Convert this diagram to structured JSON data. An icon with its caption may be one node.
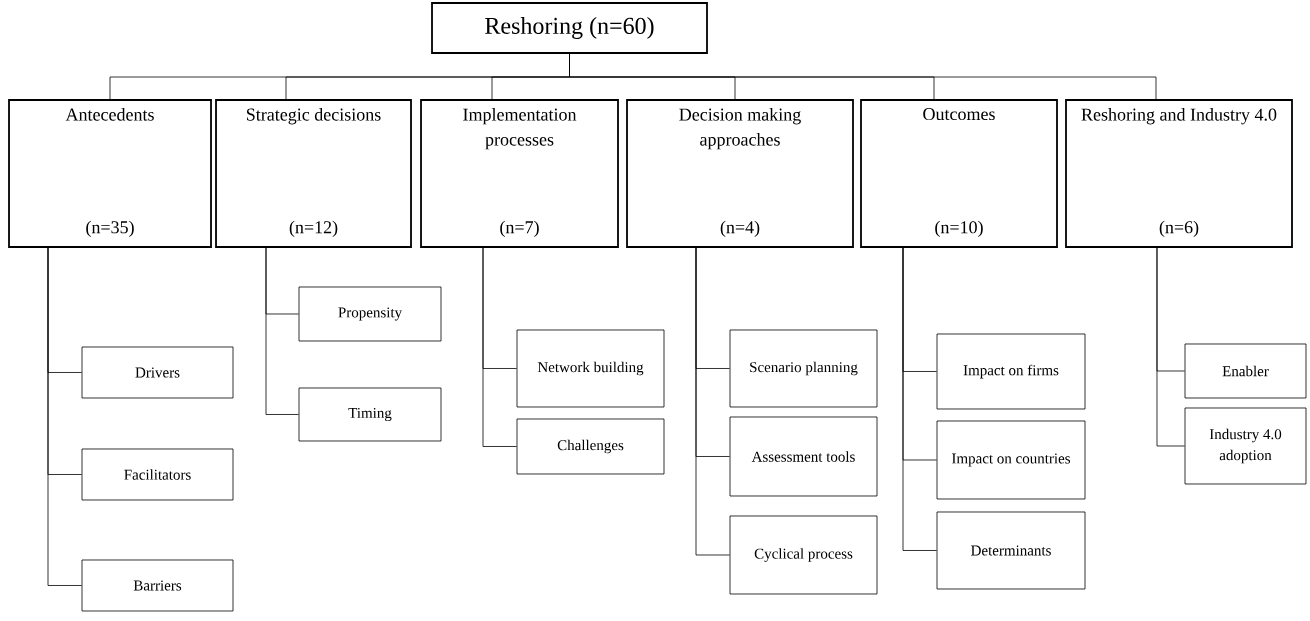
{
  "diagram": {
    "nodes": [
      {
        "text": [
          "Reshoring (n=60)"
        ]
      },
      {
        "text": [
          "Antecedents",
          "(n=35)"
        ]
      },
      {
        "text": [
          "Strategic decisions",
          "(n=12)"
        ]
      },
      {
        "text": [
          "Implementation processes",
          "(n=7)"
        ]
      },
      {
        "text": [
          "Decision making approaches",
          "(n=4)"
        ]
      },
      {
        "text": [
          "Outcomes",
          "(n=10)"
        ]
      },
      {
        "text": [
          "Reshoring and Industry 4.0",
          "(n=6)"
        ]
      },
      {
        "text": [
          "Drivers"
        ]
      },
      {
        "text": [
          "Facilitators"
        ]
      },
      {
        "text": [
          "Barriers"
        ]
      },
      {
        "text": [
          "Propensity"
        ]
      },
      {
        "text": [
          "Timing"
        ]
      },
      {
        "text": [
          "Network building"
        ]
      },
      {
        "text": [
          "Challenges"
        ]
      },
      {
        "text": [
          "Scenario planning"
        ]
      },
      {
        "text": [
          "Assessment tools"
        ]
      },
      {
        "text": [
          "Cyclical process"
        ]
      },
      {
        "text": [
          "Impact on firms"
        ]
      },
      {
        "text": [
          "Impact on countries"
        ]
      },
      {
        "text": [
          "Determinants"
        ]
      },
      {
        "text": [
          "Enabler"
        ]
      },
      {
        "text": [
          "Industry 4.0 adoption"
        ]
      }
    ],
    "edges": [
      {
        "from": 0,
        "to": 1,
        "arrow": "none"
      },
      {
        "from": 0,
        "to": 2,
        "arrow": "none"
      },
      {
        "from": 0,
        "to": 3,
        "arrow": "none"
      },
      {
        "from": 0,
        "to": 4,
        "arrow": "none"
      },
      {
        "from": 0,
        "to": 5,
        "arrow": "none"
      },
      {
        "from": 0,
        "to": 6,
        "arrow": "none"
      },
      {
        "from": 1,
        "to": 7,
        "arrow": "none"
      },
      {
        "from": 1,
        "to": 8,
        "arrow": "none"
      },
      {
        "from": 1,
        "to": 9,
        "arrow": "none"
      },
      {
        "from": 2,
        "to": 10,
        "arrow": "none"
      },
      {
        "from": 2,
        "to": 11,
        "arrow": "none"
      },
      {
        "from": 3,
        "to": 12,
        "arrow": "none"
      },
      {
        "from": 3,
        "to": 13,
        "arrow": "none"
      },
      {
        "from": 4,
        "to": 14,
        "arrow": "none"
      },
      {
        "from": 4,
        "to": 15,
        "arrow": "none"
      },
      {
        "from": 4,
        "to": 16,
        "arrow": "none"
      },
      {
        "from": 5,
        "to": 17,
        "arrow": "none"
      },
      {
        "from": 5,
        "to": 18,
        "arrow": "none"
      },
      {
        "from": 5,
        "to": 19,
        "arrow": "none"
      },
      {
        "from": 6,
        "to": 20,
        "arrow": "none"
      },
      {
        "from": 6,
        "to": 21,
        "arrow": "none"
      }
    ]
  }
}
